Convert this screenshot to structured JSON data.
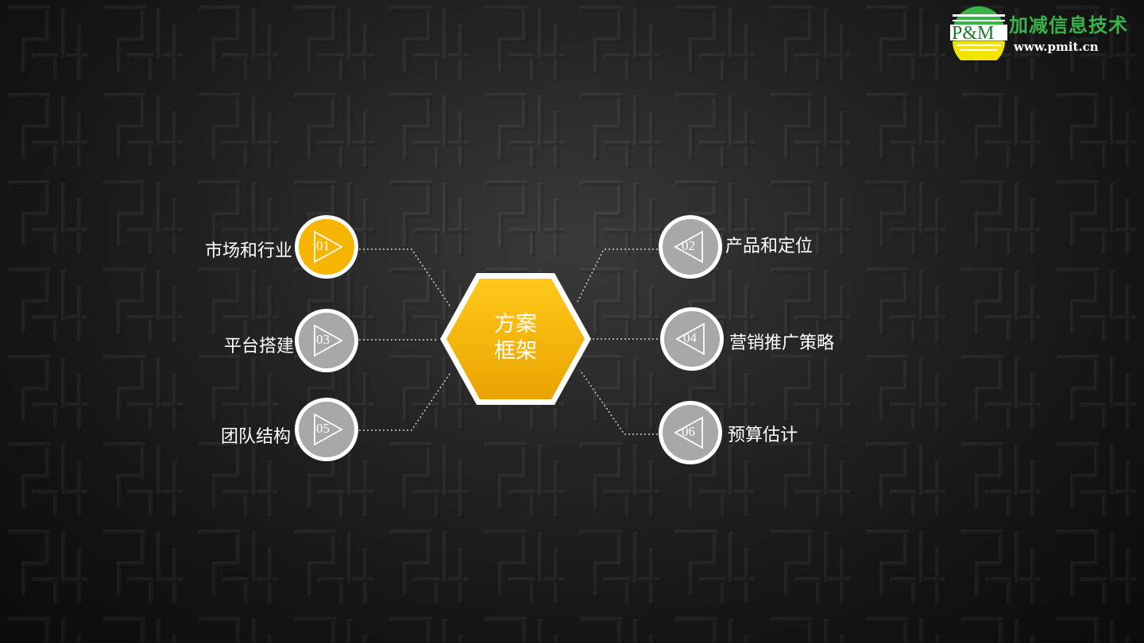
{
  "logo": {
    "mark_text": "P&M",
    "company": "加减信息技术",
    "url": "www.pmit.cn"
  },
  "center": {
    "line1": "方案",
    "line2": "框架"
  },
  "items": [
    {
      "num": "01",
      "label": "市场和行业",
      "active": true
    },
    {
      "num": "02",
      "label": "产品和定位",
      "active": false
    },
    {
      "num": "03",
      "label": "平台搭建",
      "active": false
    },
    {
      "num": "04",
      "label": "营销推广策略",
      "active": false
    },
    {
      "num": "05",
      "label": "团队结构",
      "active": false
    },
    {
      "num": "06",
      "label": "预算估计",
      "active": false
    }
  ],
  "colors": {
    "accent": "#f6b500",
    "node_inactive": "#a8a8a8",
    "logo_green": "#38b449",
    "logo_yellow": "#f2e400"
  }
}
